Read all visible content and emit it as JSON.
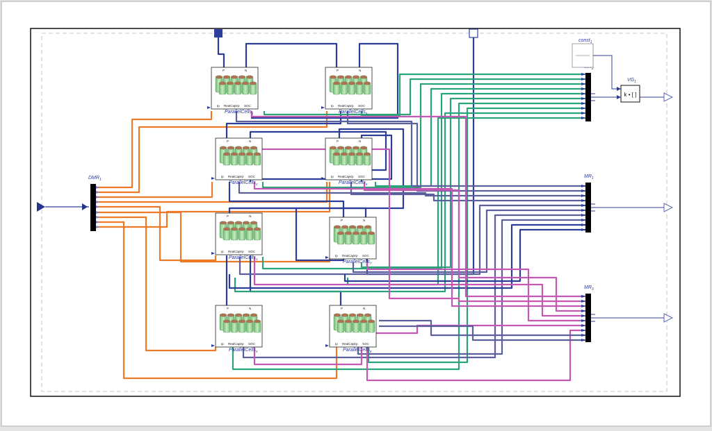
{
  "cells": [
    {
      "label": "ParallelCells",
      "sub": "1",
      "pin_p": "P",
      "pin_n": "N",
      "pin_i": "Ip",
      "pin_cap": "RealCap",
      "pin_v": "Vp",
      "pin_soc": "SOC"
    },
    {
      "label": "ParallelCells",
      "sub": "5",
      "pin_p": "P",
      "pin_n": "N",
      "pin_i": "Ip",
      "pin_cap": "RealCap",
      "pin_v": "Vp",
      "pin_soc": "SOC"
    },
    {
      "label": "ParallelCells",
      "sub": "2",
      "pin_p": "P",
      "pin_n": "N",
      "pin_i": "Ip",
      "pin_cap": "RealCap",
      "pin_v": "Vp",
      "pin_soc": "SOC"
    },
    {
      "label": "ParallelCells",
      "sub": "6",
      "pin_p": "P",
      "pin_n": "N",
      "pin_i": "Ip",
      "pin_cap": "RealCap",
      "pin_v": "Vp",
      "pin_soc": "SOC"
    },
    {
      "label": "ParallelCells",
      "sub": "3",
      "pin_p": "P",
      "pin_n": "N",
      "pin_i": "Ip",
      "pin_cap": "RealCap",
      "pin_v": "Vp",
      "pin_soc": "SOC"
    },
    {
      "label": "ParallelCells",
      "sub": "7",
      "pin_p": "P",
      "pin_n": "N",
      "pin_i": "Ip",
      "pin_cap": "RealCap",
      "pin_v": "Vp",
      "pin_soc": "SOC"
    },
    {
      "label": "ParallelCells",
      "sub": "4",
      "pin_p": "P",
      "pin_n": "N",
      "pin_i": "Ip",
      "pin_cap": "RealCap",
      "pin_v": "Vp",
      "pin_soc": "SOC"
    },
    {
      "label": "ParallelCells",
      "sub": "8",
      "pin_p": "P",
      "pin_n": "N",
      "pin_i": "Ip",
      "pin_cap": "RealCap",
      "pin_v": "Vp",
      "pin_soc": "SOC"
    }
  ],
  "blocks": {
    "dmr": {
      "label": "DMR",
      "sub": "1"
    },
    "mr1": {
      "label": "MR",
      "sub": "1"
    },
    "mr2": {
      "label": "MR",
      "sub": "2"
    },
    "mr3": {
      "label": "MR",
      "sub": "3"
    },
    "const": {
      "label": "const",
      "sub": "1"
    },
    "vg": {
      "label": "VG",
      "sub": "1"
    },
    "gain_text": "k • [ ]"
  },
  "colors": {
    "orange": "#ee7a28",
    "green": "#2aa37a",
    "magenta": "#c357b2",
    "blue": "#2b3d98",
    "slate": "#5b5f9c",
    "frame": "#111111",
    "battery": "#9fd79a"
  }
}
